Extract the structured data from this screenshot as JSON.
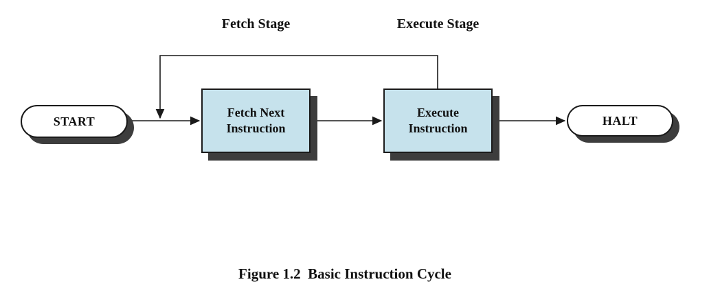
{
  "figure": {
    "stage_labels": {
      "fetch": "Fetch Stage",
      "execute": "Execute Stage"
    },
    "nodes": {
      "start": {
        "label": "START",
        "shape": "terminal"
      },
      "fetch": {
        "label": "Fetch Next\nInstruction",
        "shape": "process"
      },
      "execute": {
        "label": "Execute\nInstruction",
        "shape": "process"
      },
      "halt": {
        "label": "HALT",
        "shape": "terminal"
      }
    },
    "connectors": [
      {
        "from": "start",
        "to": "fetch"
      },
      {
        "from": "fetch",
        "to": "execute"
      },
      {
        "from": "execute",
        "to": "halt"
      },
      {
        "from": "execute",
        "to": "fetch",
        "kind": "feedback-loop"
      }
    ],
    "caption": "Figure 1.2  Basic Instruction Cycle",
    "colors": {
      "process_fill": "#c6e2ec",
      "terminal_fill": "#ffffff",
      "shadow": "#3d3d3d",
      "line": "#1a1a1a"
    }
  }
}
